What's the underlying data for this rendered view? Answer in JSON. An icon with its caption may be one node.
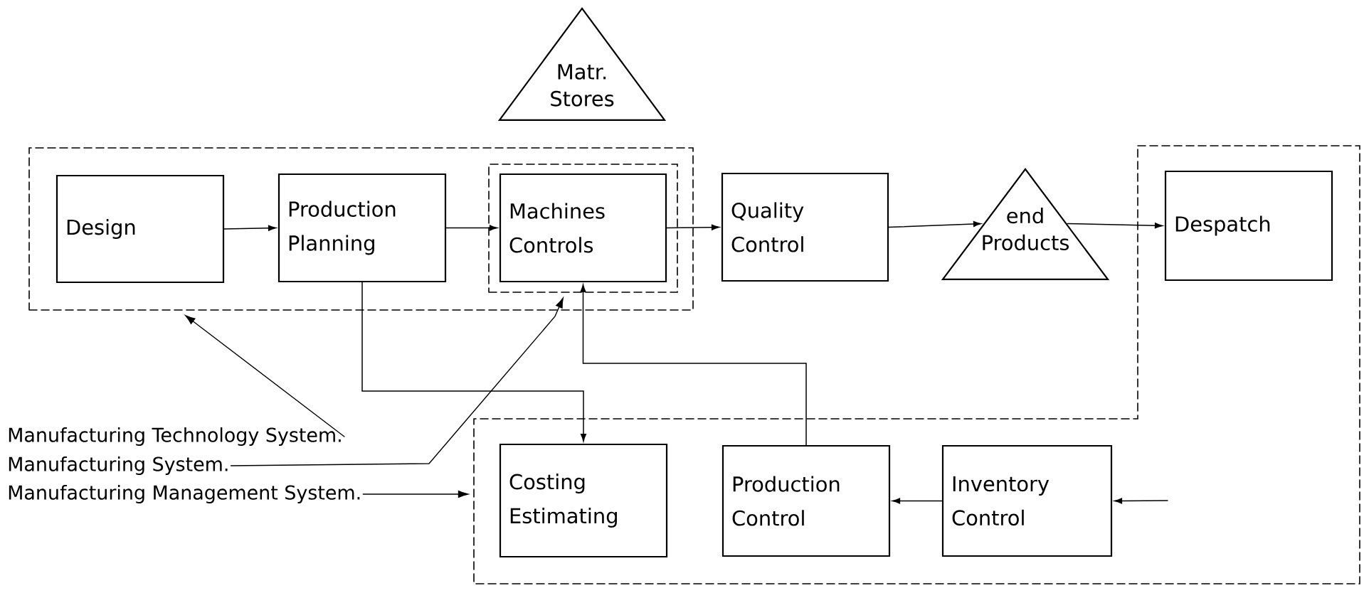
{
  "diagram": {
    "nodes": [
      {
        "text": [
          "Matr. Stores"
        ]
      },
      {
        "text": [],
        "shape": "box"
      },
      {
        "text": [
          "Design"
        ],
        "in": 1
      },
      {
        "text": [
          "Production Planning"
        ],
        "in": 1
      },
      {
        "text": [],
        "shape": "box",
        "in": 1
      },
      {
        "text": [
          "Machines Controls"
        ],
        "in": 4
      },
      {
        "text": [
          "Quality Control"
        ]
      },
      {
        "text": [
          "end Products"
        ]
      },
      {
        "text": [],
        "shape": "box"
      },
      {
        "text": [
          "Despatch"
        ],
        "in": 8
      },
      {
        "text": [
          "Manufacturing Technology System."
        ]
      },
      {
        "text": [
          "Manufacturing System."
        ]
      },
      {
        "text": [
          "Manufacturing Management System."
        ]
      },
      {
        "text": [
          "Costing Estimating"
        ],
        "in": 8
      },
      {
        "text": [
          "Production Control"
        ],
        "in": 8
      },
      {
        "text": [
          "Inventory Control"
        ],
        "in": 8
      }
    ],
    "edges": [
      {
        "from": 2,
        "to": 3,
        "arrow": "to"
      },
      {
        "from": 3,
        "to": 5,
        "arrow": "to"
      },
      {
        "from": 5,
        "to": 6,
        "arrow": "to"
      },
      {
        "from": 6,
        "to": 7,
        "arrow": "to"
      },
      {
        "from": 7,
        "to": 9,
        "arrow": "to"
      },
      {
        "from": 3,
        "to": 13,
        "arrow": "to"
      },
      {
        "from": 14,
        "to": 5,
        "arrow": "to"
      },
      {
        "from": 15,
        "to": 14,
        "arrow": "to"
      },
      {
        "from": null,
        "to": 15,
        "arrow": "to"
      },
      {
        "from": 10,
        "to": 1,
        "arrow": "to"
      },
      {
        "from": 11,
        "to": 4,
        "arrow": "to"
      },
      {
        "from": 12,
        "to": 8,
        "arrow": "to"
      }
    ]
  }
}
